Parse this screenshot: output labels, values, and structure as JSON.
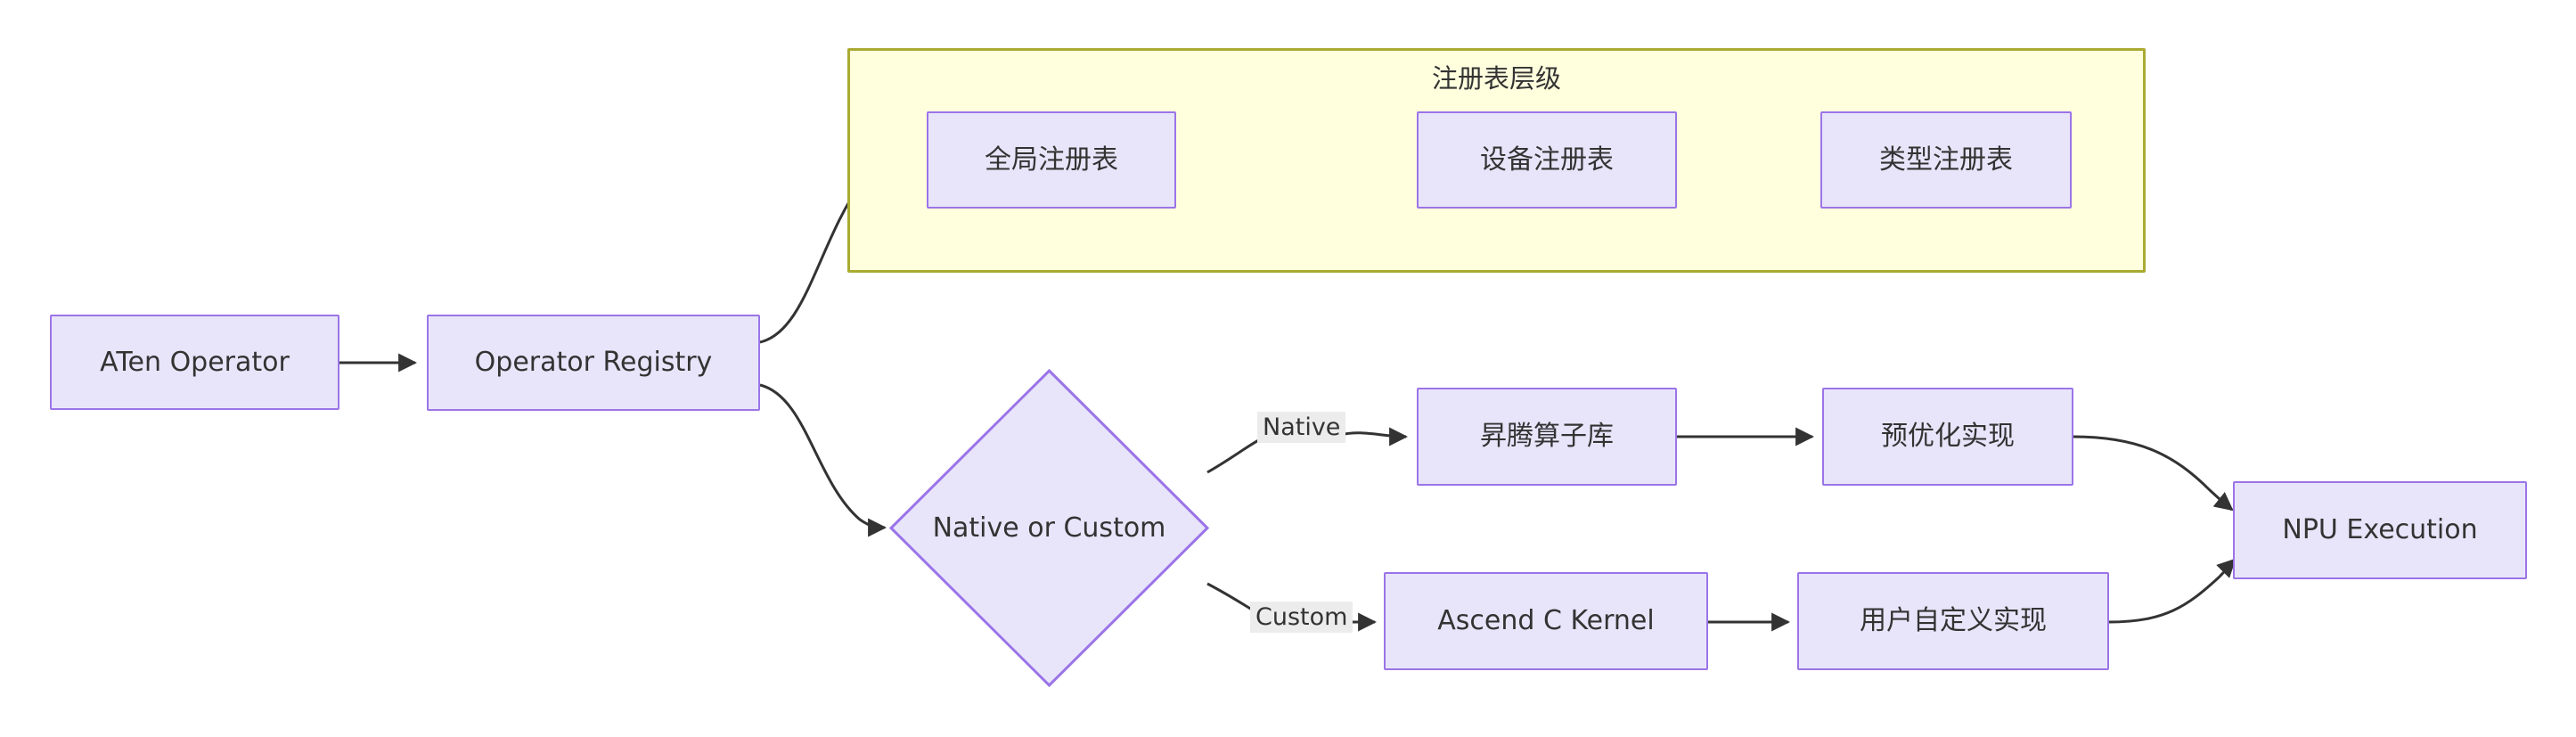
{
  "diagram": {
    "type": "flowchart",
    "direction": "left-to-right",
    "title": "",
    "colors": {
      "node_fill": "#e8e5fa",
      "node_border": "#9b74e8",
      "node_text": "#333333",
      "subgraph_fill": "#ffffde",
      "subgraph_border": "#aaaa33",
      "edge_stroke": "#333333",
      "edge_label_bg": "#ececec",
      "canvas_bg": "#ffffff"
    },
    "subgraphs": [
      {
        "id": "registry_hierarchy",
        "title": "注册表层级",
        "member_nodes": [
          "global_registry",
          "device_registry",
          "type_registry"
        ]
      }
    ],
    "nodes": [
      {
        "id": "aten_operator",
        "label": "ATen Operator",
        "shape": "rect"
      },
      {
        "id": "operator_registry",
        "label": "Operator Registry",
        "shape": "rect"
      },
      {
        "id": "global_registry",
        "label": "全局注册表",
        "shape": "rect"
      },
      {
        "id": "device_registry",
        "label": "设备注册表",
        "shape": "rect"
      },
      {
        "id": "type_registry",
        "label": "类型注册表",
        "shape": "rect"
      },
      {
        "id": "native_or_custom",
        "label": "Native or Custom",
        "shape": "diamond"
      },
      {
        "id": "ascend_op_lib",
        "label": "昇腾算子库",
        "shape": "rect"
      },
      {
        "id": "pre_optimized_impl",
        "label": "预优化实现",
        "shape": "rect"
      },
      {
        "id": "ascend_c_kernel",
        "label": "Ascend C Kernel",
        "shape": "rect"
      },
      {
        "id": "user_custom_impl",
        "label": "用户自定义实现",
        "shape": "rect"
      },
      {
        "id": "npu_execution",
        "label": "NPU Execution",
        "shape": "rect"
      }
    ],
    "edges": [
      {
        "from": "aten_operator",
        "to": "operator_registry",
        "label": ""
      },
      {
        "from": "operator_registry",
        "to": "global_registry",
        "label": ""
      },
      {
        "from": "global_registry",
        "to": "device_registry",
        "label": ""
      },
      {
        "from": "device_registry",
        "to": "type_registry",
        "label": ""
      },
      {
        "from": "operator_registry",
        "to": "native_or_custom",
        "label": ""
      },
      {
        "from": "native_or_custom",
        "to": "ascend_op_lib",
        "label": "Native"
      },
      {
        "from": "ascend_op_lib",
        "to": "pre_optimized_impl",
        "label": ""
      },
      {
        "from": "native_or_custom",
        "to": "ascend_c_kernel",
        "label": "Custom"
      },
      {
        "from": "ascend_c_kernel",
        "to": "user_custom_impl",
        "label": ""
      },
      {
        "from": "pre_optimized_impl",
        "to": "npu_execution",
        "label": ""
      },
      {
        "from": "user_custom_impl",
        "to": "npu_execution",
        "label": ""
      }
    ],
    "edge_labels": {
      "native": "Native",
      "custom": "Custom"
    }
  }
}
